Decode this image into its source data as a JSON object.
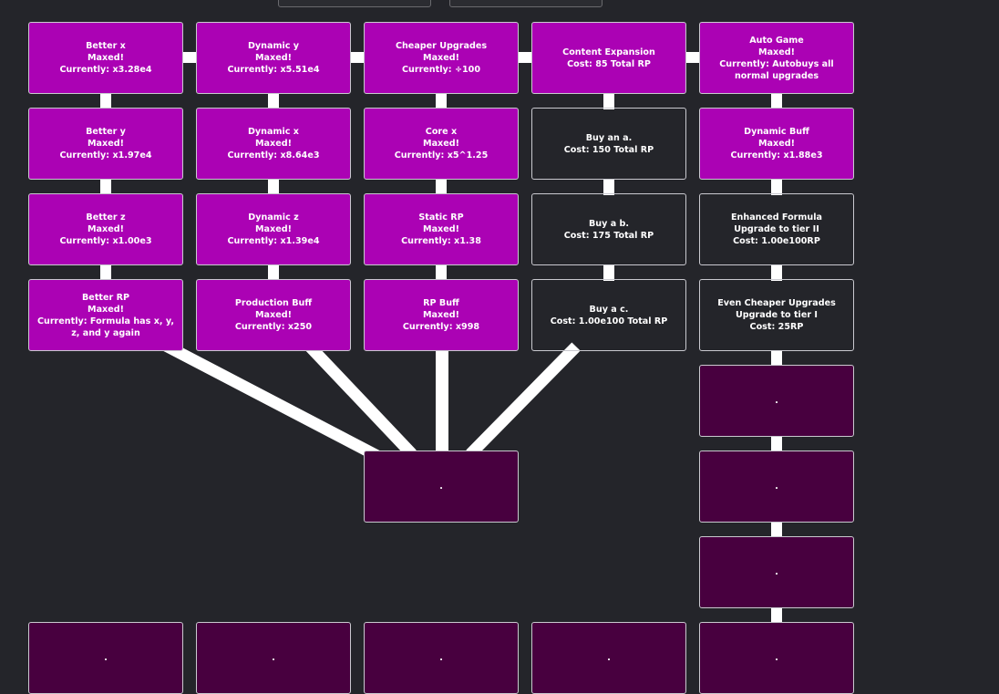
{
  "colors": {
    "background": "#24252a",
    "maxed": "#ab02b4",
    "available": "#7a0283",
    "locked": "#48003f",
    "connector": "#ffffff",
    "border": "#c9c9cf"
  },
  "nodes": [
    {
      "key": "better-x",
      "state": "maxed",
      "lines": [
        "Better x",
        "Maxed!",
        "Currently: x3.28e4"
      ]
    },
    {
      "key": "dynamic-y",
      "state": "maxed",
      "lines": [
        "Dynamic y",
        "Maxed!",
        "Currently: x5.51e4"
      ]
    },
    {
      "key": "cheaper-upgrades",
      "state": "maxed",
      "lines": [
        "Cheaper Upgrades",
        "Maxed!",
        "Currently: ÷100"
      ]
    },
    {
      "key": "content-expansion",
      "state": "maxed",
      "lines": [
        "Content Expansion",
        "Cost: 85 Total RP"
      ]
    },
    {
      "key": "auto-game",
      "state": "maxed",
      "lines": [
        "Auto Game",
        "Maxed!",
        "Currently: Autobuys all normal upgrades"
      ]
    },
    {
      "key": "better-y",
      "state": "maxed",
      "lines": [
        "Better y",
        "Maxed!",
        "Currently: x1.97e4"
      ]
    },
    {
      "key": "dynamic-x",
      "state": "maxed",
      "lines": [
        "Dynamic x",
        "Maxed!",
        "Currently: x8.64e3"
      ]
    },
    {
      "key": "core-x",
      "state": "maxed",
      "lines": [
        "Core x",
        "Maxed!",
        "Currently: x5^1.25"
      ]
    },
    {
      "key": "buy-a",
      "state": "available",
      "lines": [
        "Buy an a.",
        "Cost: 150 Total RP"
      ]
    },
    {
      "key": "dynamic-buff",
      "state": "maxed",
      "lines": [
        "Dynamic Buff",
        "Maxed!",
        "Currently: x1.88e3"
      ]
    },
    {
      "key": "better-z",
      "state": "maxed",
      "lines": [
        "Better z",
        "Maxed!",
        "Currently: x1.00e3"
      ]
    },
    {
      "key": "dynamic-z",
      "state": "maxed",
      "lines": [
        "Dynamic z",
        "Maxed!",
        "Currently: x1.39e4"
      ]
    },
    {
      "key": "static-rp",
      "state": "maxed",
      "lines": [
        "Static RP",
        "Maxed!",
        "Currently: x1.38"
      ]
    },
    {
      "key": "buy-b",
      "state": "available",
      "lines": [
        "Buy a b.",
        "Cost: 175 Total RP"
      ]
    },
    {
      "key": "enhanced-formula",
      "state": "available",
      "lines": [
        "Enhanced Formula",
        "Upgrade to tier II",
        "Cost: 1.00e100RP"
      ]
    },
    {
      "key": "better-rp",
      "state": "maxed",
      "lines": [
        "Better RP",
        "Maxed!",
        "Currently: Formula has x, y, z, and y again"
      ]
    },
    {
      "key": "production-buff",
      "state": "maxed",
      "lines": [
        "Production Buff",
        "Maxed!",
        "Currently: x250"
      ]
    },
    {
      "key": "rp-buff",
      "state": "maxed",
      "lines": [
        "RP Buff",
        "Maxed!",
        "Currently: x998"
      ]
    },
    {
      "key": "buy-c",
      "state": "available",
      "lines": [
        "Buy a c.",
        "Cost: 1.00e100 Total RP"
      ]
    },
    {
      "key": "even-cheaper-upgrades",
      "state": "available",
      "lines": [
        "Even Cheaper Upgrades",
        "Upgrade to tier I",
        "Cost: 25RP"
      ]
    },
    {
      "key": "locked-center",
      "state": "locked",
      "lines": [
        "."
      ]
    },
    {
      "key": "locked-right-1",
      "state": "locked",
      "lines": [
        "."
      ]
    },
    {
      "key": "locked-right-2",
      "state": "locked",
      "lines": [
        "."
      ]
    },
    {
      "key": "locked-right-3",
      "state": "locked",
      "lines": [
        "."
      ]
    },
    {
      "key": "locked-bottom-1",
      "state": "locked",
      "lines": [
        "."
      ]
    },
    {
      "key": "locked-bottom-2",
      "state": "locked",
      "lines": [
        "."
      ]
    },
    {
      "key": "locked-bottom-3",
      "state": "locked",
      "lines": [
        "."
      ]
    },
    {
      "key": "locked-bottom-4",
      "state": "locked",
      "lines": [
        "."
      ]
    },
    {
      "key": "locked-bottom-5",
      "state": "locked",
      "lines": [
        "."
      ]
    }
  ]
}
